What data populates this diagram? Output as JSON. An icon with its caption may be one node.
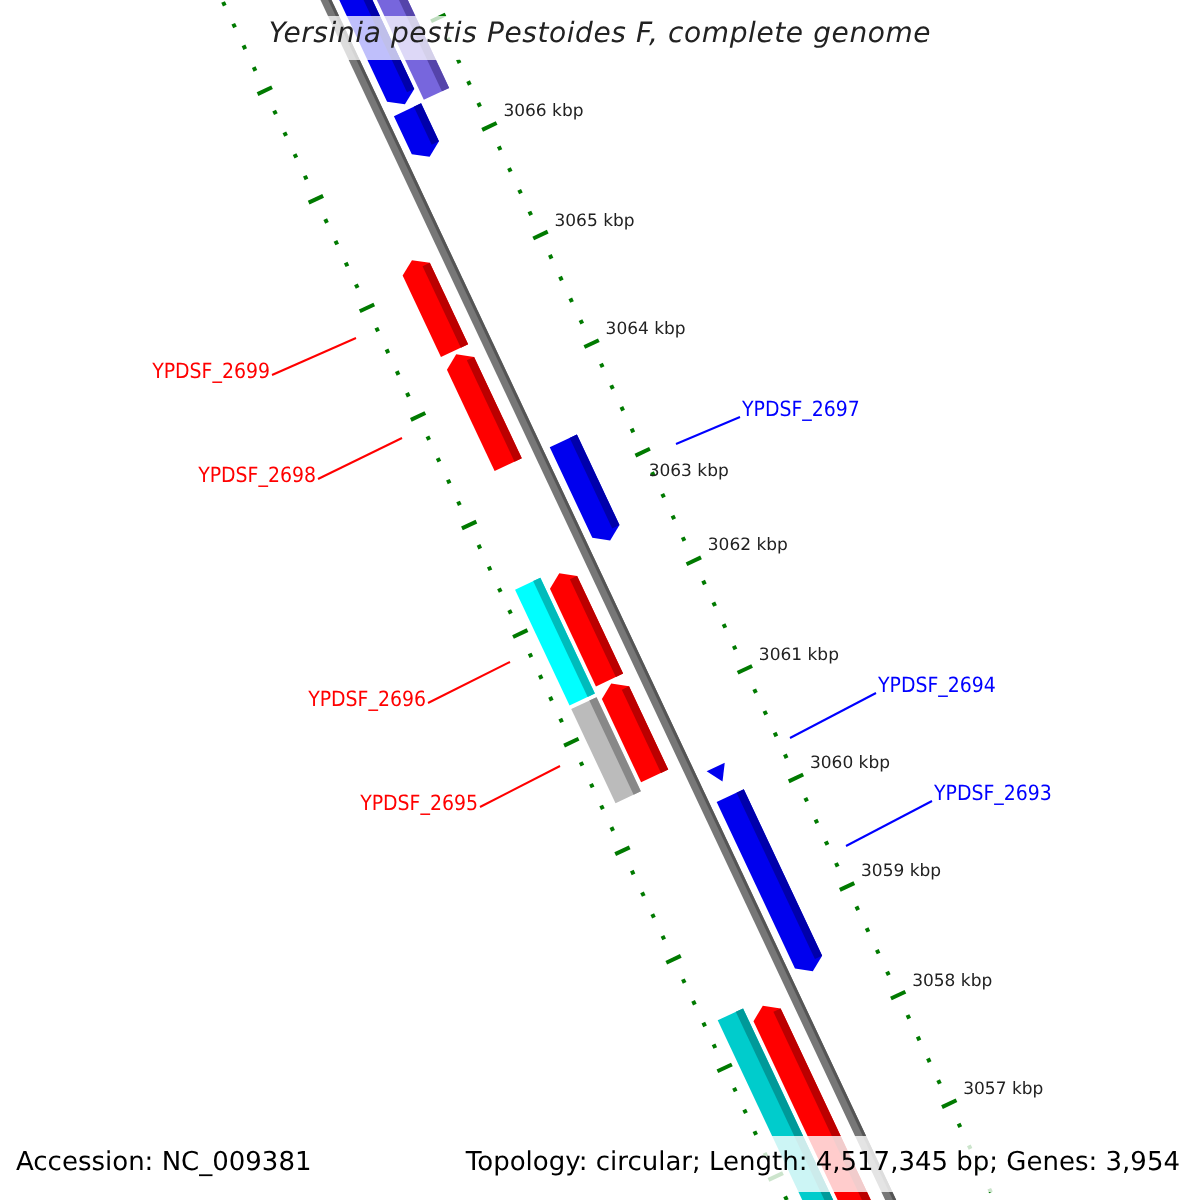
{
  "diagram": {
    "title": "Yersinia pestis Pestoides F, complete genome",
    "nodes": [
      {
        "text": [
          "YPDSF_2699"
        ]
      },
      {
        "text": [
          "YPDSF_2697"
        ]
      },
      {
        "text": [
          "YPDSF_2698"
        ]
      },
      {
        "text": [
          "YPDSF_2694"
        ]
      },
      {
        "text": [
          "YPDSF_2696"
        ]
      },
      {
        "text": [
          "YPDSF_2693"
        ]
      },
      {
        "text": [
          "YPDSF_2695"
        ]
      }
    ],
    "edges": [
      {
        "from": 0,
        "to": null,
        "arrow": "none"
      },
      {
        "from": 1,
        "to": null,
        "arrow": "none",
        "color": "#0000ff"
      },
      {
        "from": 2,
        "to": null,
        "arrow": "none"
      },
      {
        "from": 3,
        "to": null,
        "arrow": "none",
        "color": "#0000ff"
      },
      {
        "from": 4,
        "to": null,
        "arrow": "none"
      },
      {
        "from": 5,
        "to": null,
        "arrow": "none",
        "color": "#0000ff"
      },
      {
        "from": 6,
        "to": null,
        "arrow": "none"
      }
    ],
    "labels": [
      "3066 kbp",
      "3065 kbp",
      "3064 kbp",
      "3063 kbp",
      "3062 kbp",
      "3061 kbp",
      "3060 kbp",
      "3059 kbp",
      "3058 kbp",
      "3057 kbp",
      "Accession: NC_009381",
      "Topology: circular; Length: 4,517,345 bp; Genes: 3,954"
    ]
  }
}
